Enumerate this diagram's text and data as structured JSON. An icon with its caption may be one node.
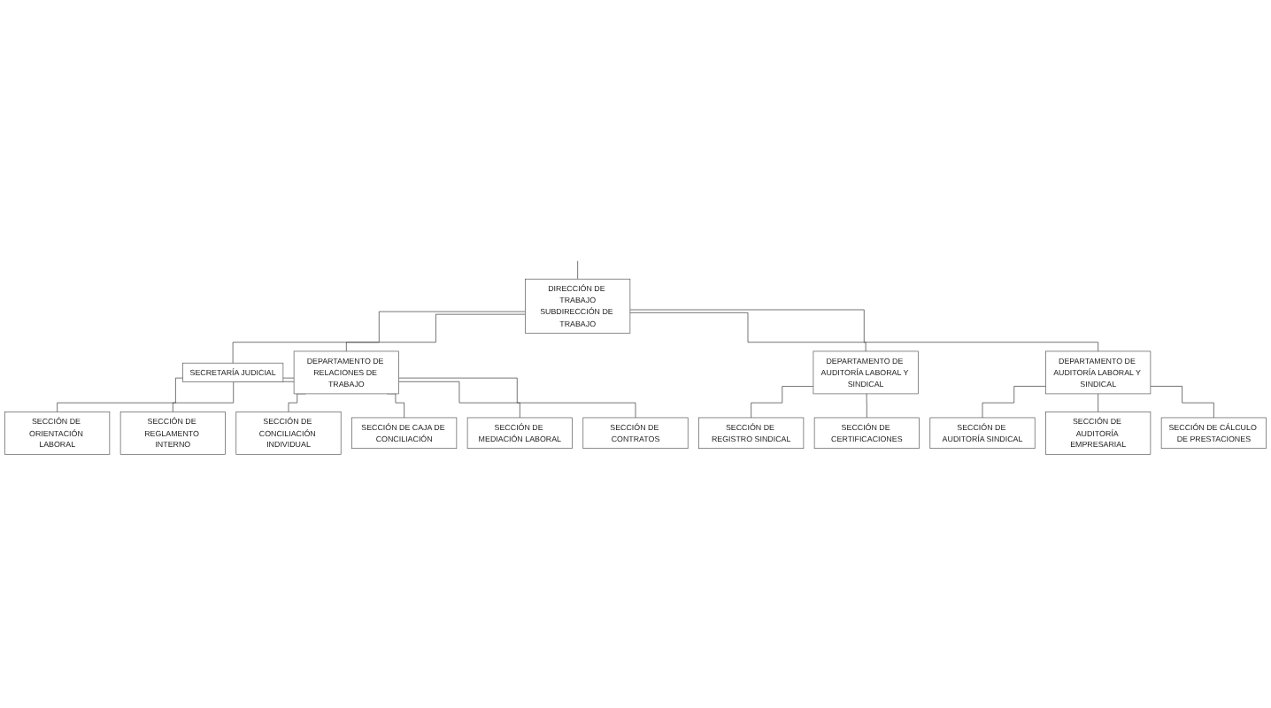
{
  "diagram": {
    "nodes": [
      {
        "text": [
          "DIRECCIÓN DE TRABAJO",
          "SUBDIRECCIÓN DE TRABAJO"
        ]
      },
      {
        "text": [
          "SECRETARÍA JUDICIAL"
        ]
      },
      {
        "text": [
          "DEPARTAMENTO DE RELACIONES DE TRABAJO"
        ]
      },
      {
        "text": [
          "DEPARTAMENTO DE AUDITORÍA LABORAL Y SINDICAL"
        ]
      },
      {
        "text": [
          "DEPARTAMENTO DE AUDITORÍA LABORAL Y SINDICAL"
        ]
      },
      {
        "text": [
          "SECCIÓN DE ORIENTACIÓN LABORAL"
        ]
      },
      {
        "text": [
          "SECCIÓN DE REGLAMENTO INTERNO"
        ]
      },
      {
        "text": [
          "SECCIÓN DE CONCILIACIÓN INDIVIDUAL"
        ]
      },
      {
        "text": [
          "SECCIÓN DE CAJA DE CONCILIACIÓN"
        ]
      },
      {
        "text": [
          "SECCIÓN DE MEDIACIÓN LABORAL"
        ]
      },
      {
        "text": [
          "SECCIÓN DE CONTRATOS"
        ]
      },
      {
        "text": [
          "SECCIÓN DE REGISTRO SINDICAL"
        ]
      },
      {
        "text": [
          "SECCIÓN DE CERTIFICACIONES"
        ]
      },
      {
        "text": [
          "SECCIÓN DE AUDITORÍA SINDICAL"
        ]
      },
      {
        "text": [
          "SECCIÓN DE AUDITORÍA EMPRESARIAL"
        ]
      },
      {
        "text": [
          "SECCIÓN DE CÁLCULO DE PRESTACIONES"
        ]
      }
    ],
    "edges": [
      {
        "from": null,
        "to": 0,
        "arrow": "none"
      },
      {
        "from": 0,
        "to": 1,
        "arrow": "none"
      },
      {
        "from": 0,
        "to": 2,
        "arrow": "none"
      },
      {
        "from": 0,
        "to": 3,
        "arrow": "none"
      },
      {
        "from": 0,
        "to": 4,
        "arrow": "none"
      },
      {
        "from": 2,
        "to": 5,
        "arrow": "none"
      },
      {
        "from": 2,
        "to": 6,
        "arrow": "none"
      },
      {
        "from": 2,
        "to": 7,
        "arrow": "none"
      },
      {
        "from": 2,
        "to": 8,
        "arrow": "none"
      },
      {
        "from": 2,
        "to": 9,
        "arrow": "none"
      },
      {
        "from": 2,
        "to": 10,
        "arrow": "none"
      },
      {
        "from": 3,
        "to": 11,
        "arrow": "none"
      },
      {
        "from": 3,
        "to": 12,
        "arrow": "none"
      },
      {
        "from": 4,
        "to": 13,
        "arrow": "none"
      },
      {
        "from": 4,
        "to": 14,
        "arrow": "none"
      },
      {
        "from": 4,
        "to": 15,
        "arrow": "none"
      }
    ]
  }
}
